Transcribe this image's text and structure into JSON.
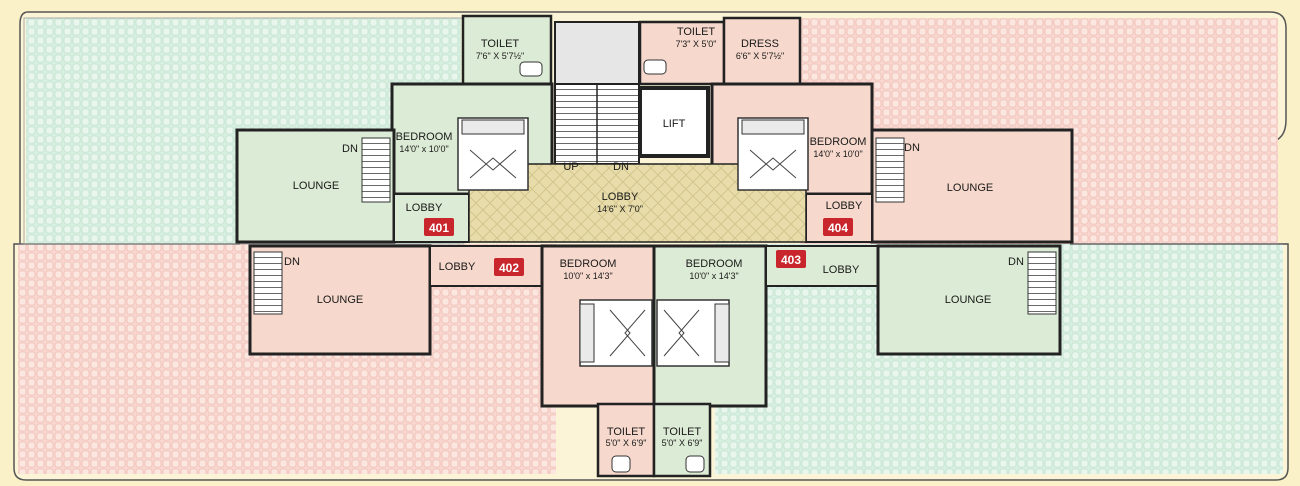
{
  "colors": {
    "background": "#fbf1c8",
    "terrace_green": "#d7efe0",
    "terrace_pink": "#f9d6cf",
    "room_green": "#dcebd5",
    "room_pink": "#f6d8cc",
    "lobby_tan": "#e7dcaa",
    "wall": "#1b1b1b",
    "badge_red": "#c8262c"
  },
  "units": {
    "u401": {
      "label": "401"
    },
    "u402": {
      "label": "402"
    },
    "u403": {
      "label": "403"
    },
    "u404": {
      "label": "404"
    }
  },
  "rooms": {
    "toilet_top_left": {
      "name": "TOILET",
      "dim": "7'6\" X 5'7½\""
    },
    "toilet_top_right": {
      "name": "TOILET",
      "dim": "7'3\" X 5'0\""
    },
    "dress": {
      "name": "DRESS",
      "dim": "6'6\" X 5'7½\""
    },
    "lift": {
      "name": "LIFT"
    },
    "bedroom_401": {
      "name": "BEDROOM",
      "dim": "14'0\" x 10'0\""
    },
    "bedroom_404": {
      "name": "BEDROOM",
      "dim": "14'0\" x 10'0\""
    },
    "lounge_401": {
      "name": "LOUNGE"
    },
    "lounge_404": {
      "name": "LOUNGE"
    },
    "lobby_401": {
      "name": "LOBBY"
    },
    "lobby_404": {
      "name": "LOBBY"
    },
    "lobby_central": {
      "name": "LOBBY",
      "dim": "14'6\" X 7'0\""
    },
    "stair_up": {
      "name": "UP"
    },
    "stair_dn": {
      "name": "DN"
    },
    "dn_401": {
      "name": "DN"
    },
    "dn_404": {
      "name": "DN"
    },
    "dn_402": {
      "name": "DN"
    },
    "dn_403": {
      "name": "DN"
    },
    "lounge_402": {
      "name": "LOUNGE"
    },
    "lounge_403": {
      "name": "LOUNGE"
    },
    "lobby_402": {
      "name": "LOBBY"
    },
    "lobby_403": {
      "name": "LOBBY"
    },
    "bedroom_402": {
      "name": "BEDROOM",
      "dim": "10'0\" x 14'3\""
    },
    "bedroom_403": {
      "name": "BEDROOM",
      "dim": "10'0\" x 14'3\""
    },
    "toilet_bottom_left": {
      "name": "TOILET",
      "dim": "5'0\" X 6'9\""
    },
    "toilet_bottom_right": {
      "name": "TOILET",
      "dim": "5'0\" X 6'9\""
    }
  }
}
